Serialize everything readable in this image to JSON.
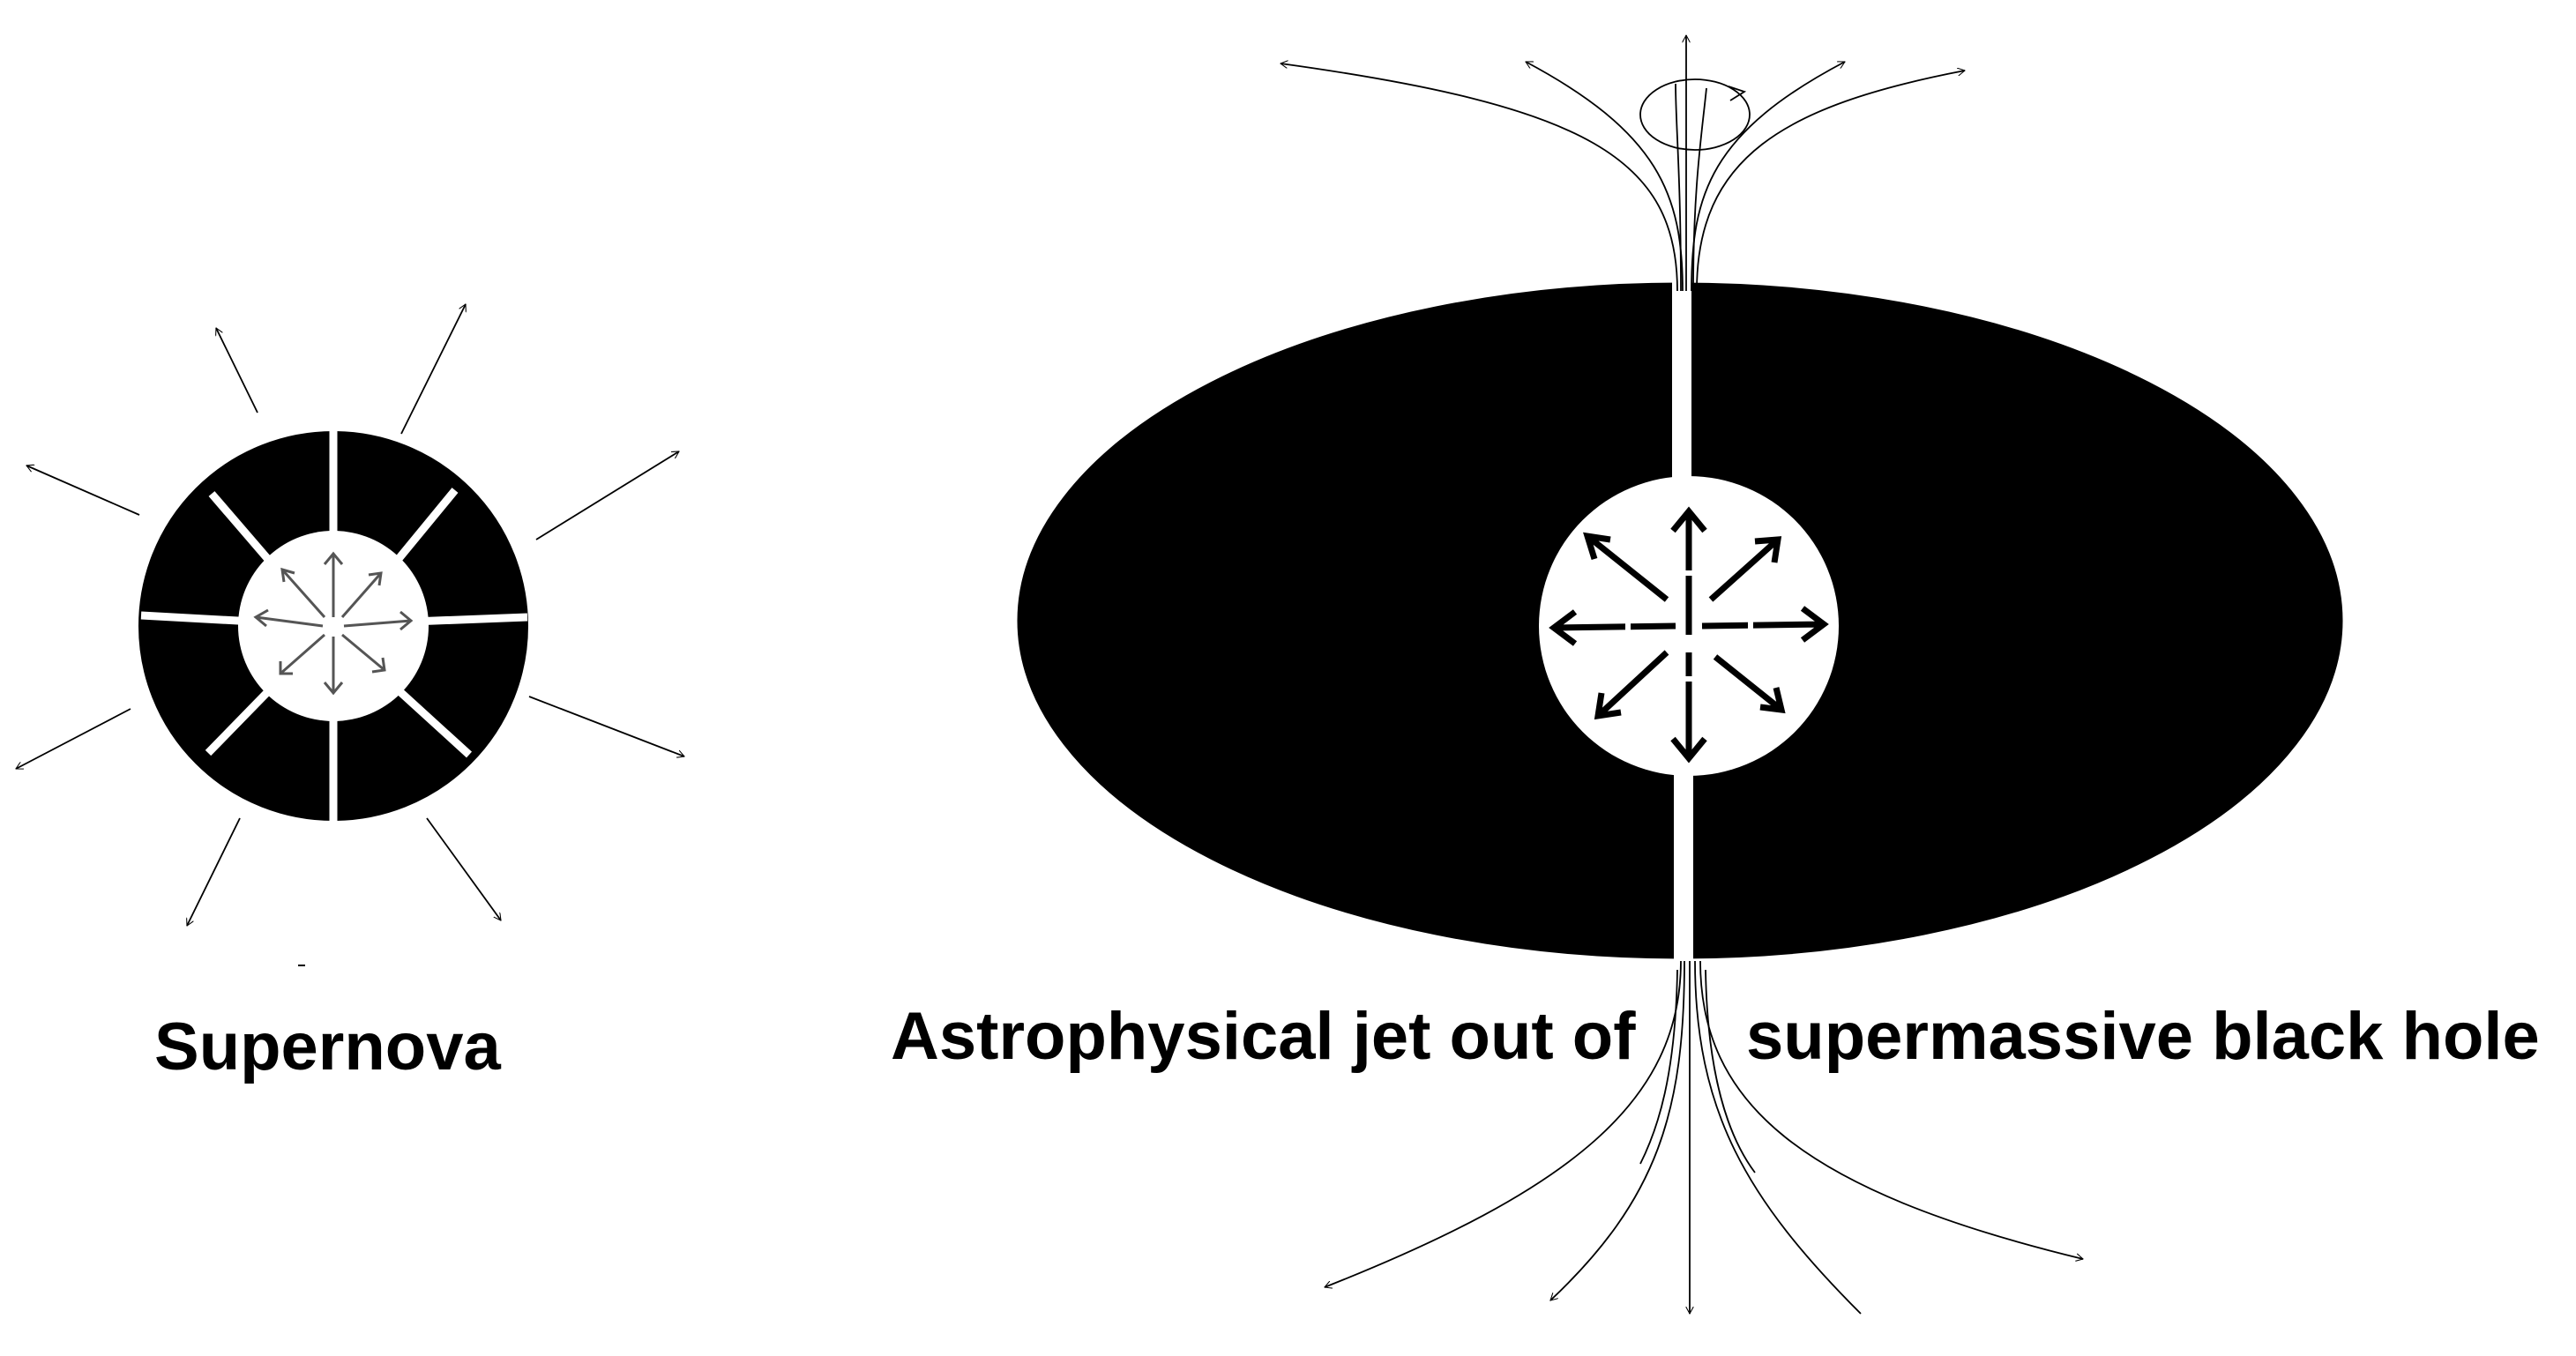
{
  "labels": {
    "supernova": "Supernova",
    "jet_left": "Astrophysical jet out of",
    "jet_right": "supermassive black hole"
  },
  "colors": {
    "fill": "#000000",
    "background": "#ffffff",
    "inner_arrows": "#555555"
  },
  "diagrams": [
    {
      "id": "supernova",
      "shape": "ring with radial segments",
      "arrows": "outward"
    },
    {
      "id": "black-hole-jet",
      "shape": "disk with central sphere",
      "arrows": "bipolar jet"
    }
  ]
}
